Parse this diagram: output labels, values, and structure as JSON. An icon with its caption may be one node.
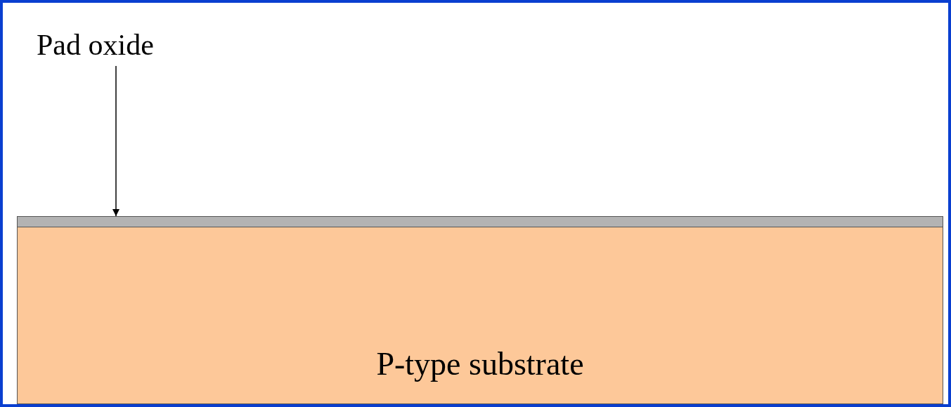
{
  "diagram": {
    "nodes": [
      {
        "text": [
          "Pad oxide"
        ]
      },
      {
        "text": [],
        "shape": "bar"
      },
      {
        "text": [
          "P-type substrate"
        ]
      }
    ],
    "edges": [
      {
        "from": 0,
        "to": 1,
        "arrow": "to"
      }
    ]
  }
}
